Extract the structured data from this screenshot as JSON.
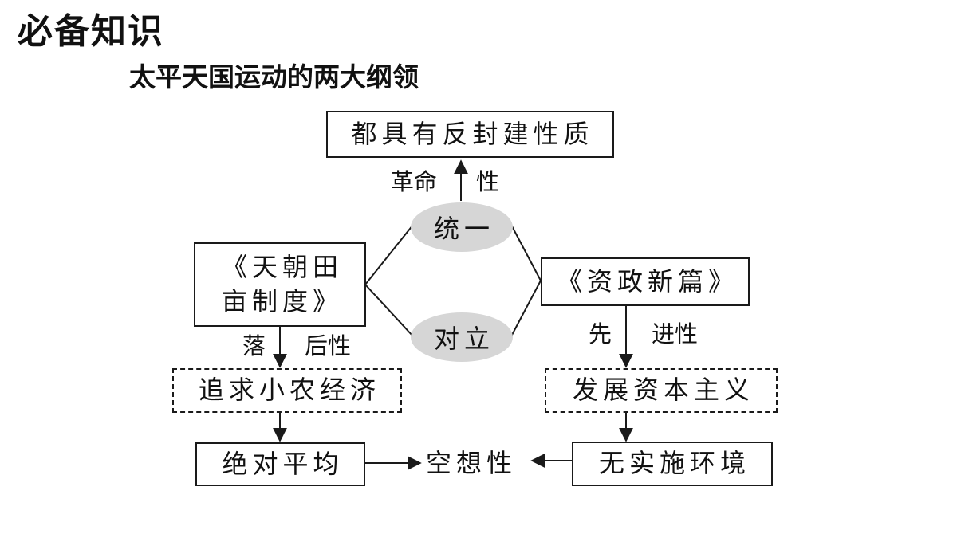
{
  "header": {
    "title": "必备知识",
    "subtitle": "太平天国运动的两大纲领"
  },
  "diagram": {
    "top_box": "都具有反封建性质",
    "left_program_line1": "《天朝田",
    "left_program_line2": "亩制度》",
    "right_program": "《资政新篇》",
    "unity": "统一",
    "opposition": "对立",
    "revolutionary_label_a": "革命",
    "revolutionary_label_b": "性",
    "backward_label_a": "落",
    "backward_label_b": "后性",
    "advanced_label_a": "先",
    "advanced_label_b": "进性",
    "left_goal": "追求小农经济",
    "right_goal": "发展资本主义",
    "left_result": "绝对平均",
    "right_result": "无实施环境",
    "conclusion": "空想性"
  }
}
